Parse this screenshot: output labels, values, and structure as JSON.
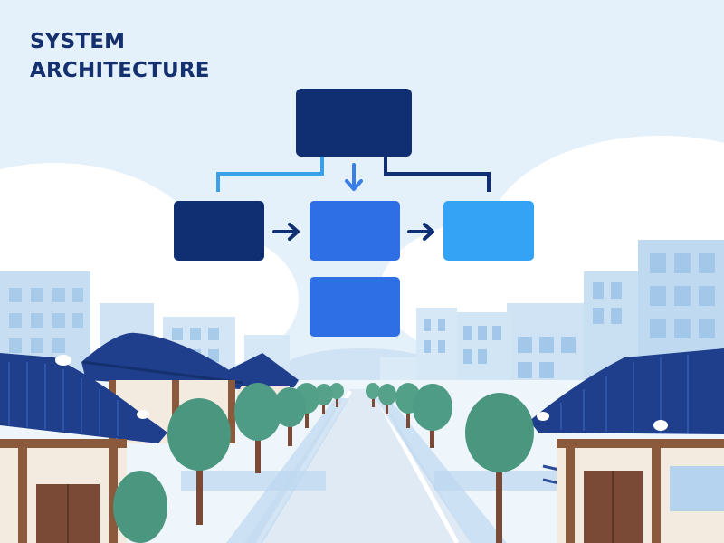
{
  "title": {
    "line1": "SYSTEM",
    "line2": "ARCHITECTURE"
  },
  "colors": {
    "sky": "#e4f0fa",
    "box_navy": "#102f73",
    "box_blue": "#2f6fe6",
    "box_light_blue": "#35a3f5",
    "connector_light": "#3aa0ea",
    "connector_dark": "#102f73",
    "roof": "#1f3f8c",
    "tree": "#4f9c86",
    "trunk": "#7a4a36",
    "wood": "#8b5a3c",
    "building": "#bfd9f0"
  },
  "diagram": {
    "nodes": [
      {
        "id": "top",
        "label": ""
      },
      {
        "id": "left",
        "label": ""
      },
      {
        "id": "center",
        "label": ""
      },
      {
        "id": "right",
        "label": ""
      },
      {
        "id": "bottom",
        "label": ""
      }
    ]
  }
}
